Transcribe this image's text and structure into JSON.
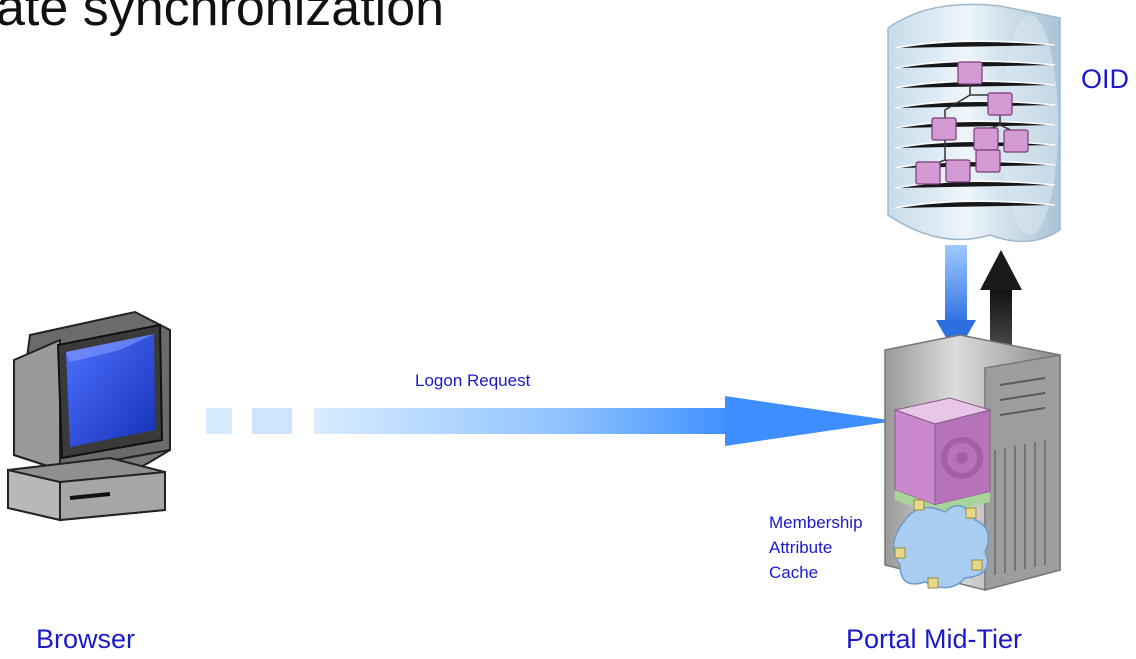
{
  "title": "ate synchronization",
  "labels": {
    "oid": "OID",
    "logon_request": "Logon Request",
    "cache_line1": "Membership",
    "cache_line2": "Attribute",
    "cache_line3": "Cache",
    "browser": "Browser",
    "portal_midtier": "Portal Mid-Tier"
  },
  "colors": {
    "label_blue": "#1a1acc",
    "arrow_blue": "#3d8eff",
    "arrow_dark": "#222222",
    "cube_pink": "#cc88cc",
    "cloud_blue": "#a9cdf0"
  }
}
